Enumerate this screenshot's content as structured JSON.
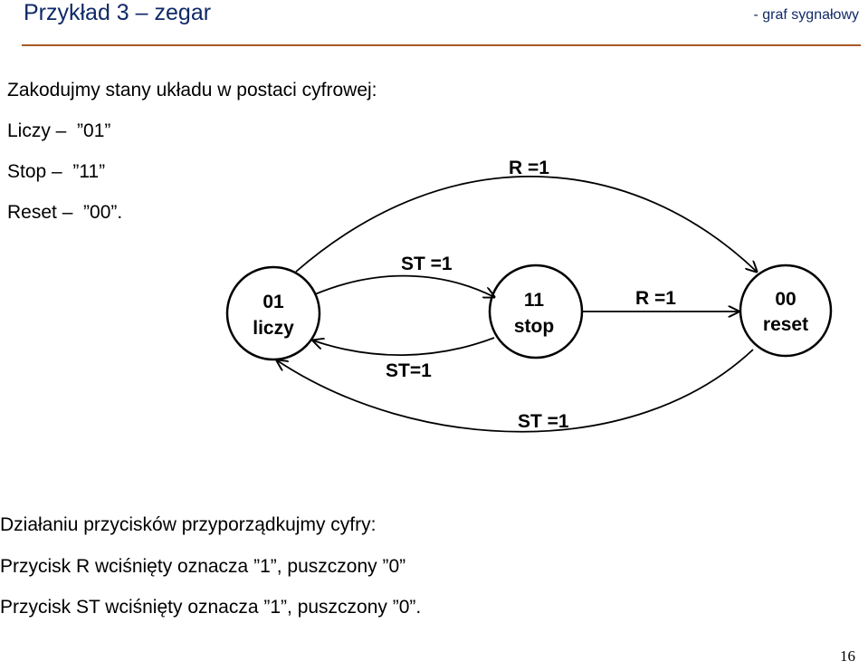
{
  "header": {
    "title": "Przykład 3 – zegar",
    "subtitle": "- graf sygnałowy"
  },
  "intro": {
    "line1": "Zakodujmy stany układu w postaci cyfrowej:",
    "line2": "Liczy –  ”01”",
    "line3": "Stop –  ”11”",
    "line4": "Reset –  ”00”."
  },
  "diagram": {
    "states": [
      {
        "code": "01",
        "name": "liczy"
      },
      {
        "code": "11",
        "name": "stop"
      },
      {
        "code": "00",
        "name": "reset"
      }
    ],
    "transitions": [
      {
        "label": "R =1"
      },
      {
        "label": "ST =1"
      },
      {
        "label": "R =1"
      },
      {
        "label": "ST=1"
      },
      {
        "label": "ST =1"
      }
    ]
  },
  "footer": {
    "line1": "Działaniu przycisków przyporządkujmy cyfry:",
    "line2": "Przycisk R wciśnięty oznacza ”1”, puszczony ”0”",
    "line3": "Przycisk ST wciśnięty oznacza ”1”, puszczony ”0”.",
    "page_number": "16"
  }
}
